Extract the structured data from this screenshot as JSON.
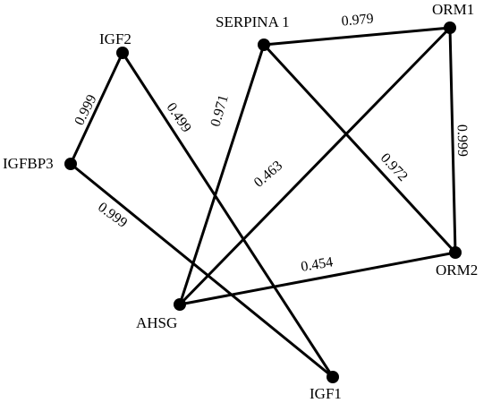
{
  "nodes": [
    {
      "id": "IGF2",
      "label": "IGF2"
    },
    {
      "id": "IGFBP3",
      "label": "IGFBP3"
    },
    {
      "id": "SERPINA1",
      "label": "SERPINA 1"
    },
    {
      "id": "ORM1",
      "label": "ORM1"
    },
    {
      "id": "ORM2",
      "label": "ORM2"
    },
    {
      "id": "AHSG",
      "label": "AHSG"
    },
    {
      "id": "IGF1",
      "label": "IGF1"
    }
  ],
  "edges": [
    {
      "source": "IGF2",
      "target": "IGFBP3",
      "weight": "0.999"
    },
    {
      "source": "IGF2",
      "target": "IGF1",
      "weight": "0.499"
    },
    {
      "source": "IGFBP3",
      "target": "IGF1",
      "weight": "0.999"
    },
    {
      "source": "SERPINA1",
      "target": "ORM1",
      "weight": "0.979"
    },
    {
      "source": "SERPINA1",
      "target": "AHSG",
      "weight": "0.971"
    },
    {
      "source": "SERPINA1",
      "target": "ORM2",
      "weight": "0.972"
    },
    {
      "source": "ORM1",
      "target": "ORM2",
      "weight": "0.999"
    },
    {
      "source": "ORM1",
      "target": "AHSG",
      "weight": "0.463"
    },
    {
      "source": "ORM2",
      "target": "AHSG",
      "weight": "0.454"
    }
  ]
}
